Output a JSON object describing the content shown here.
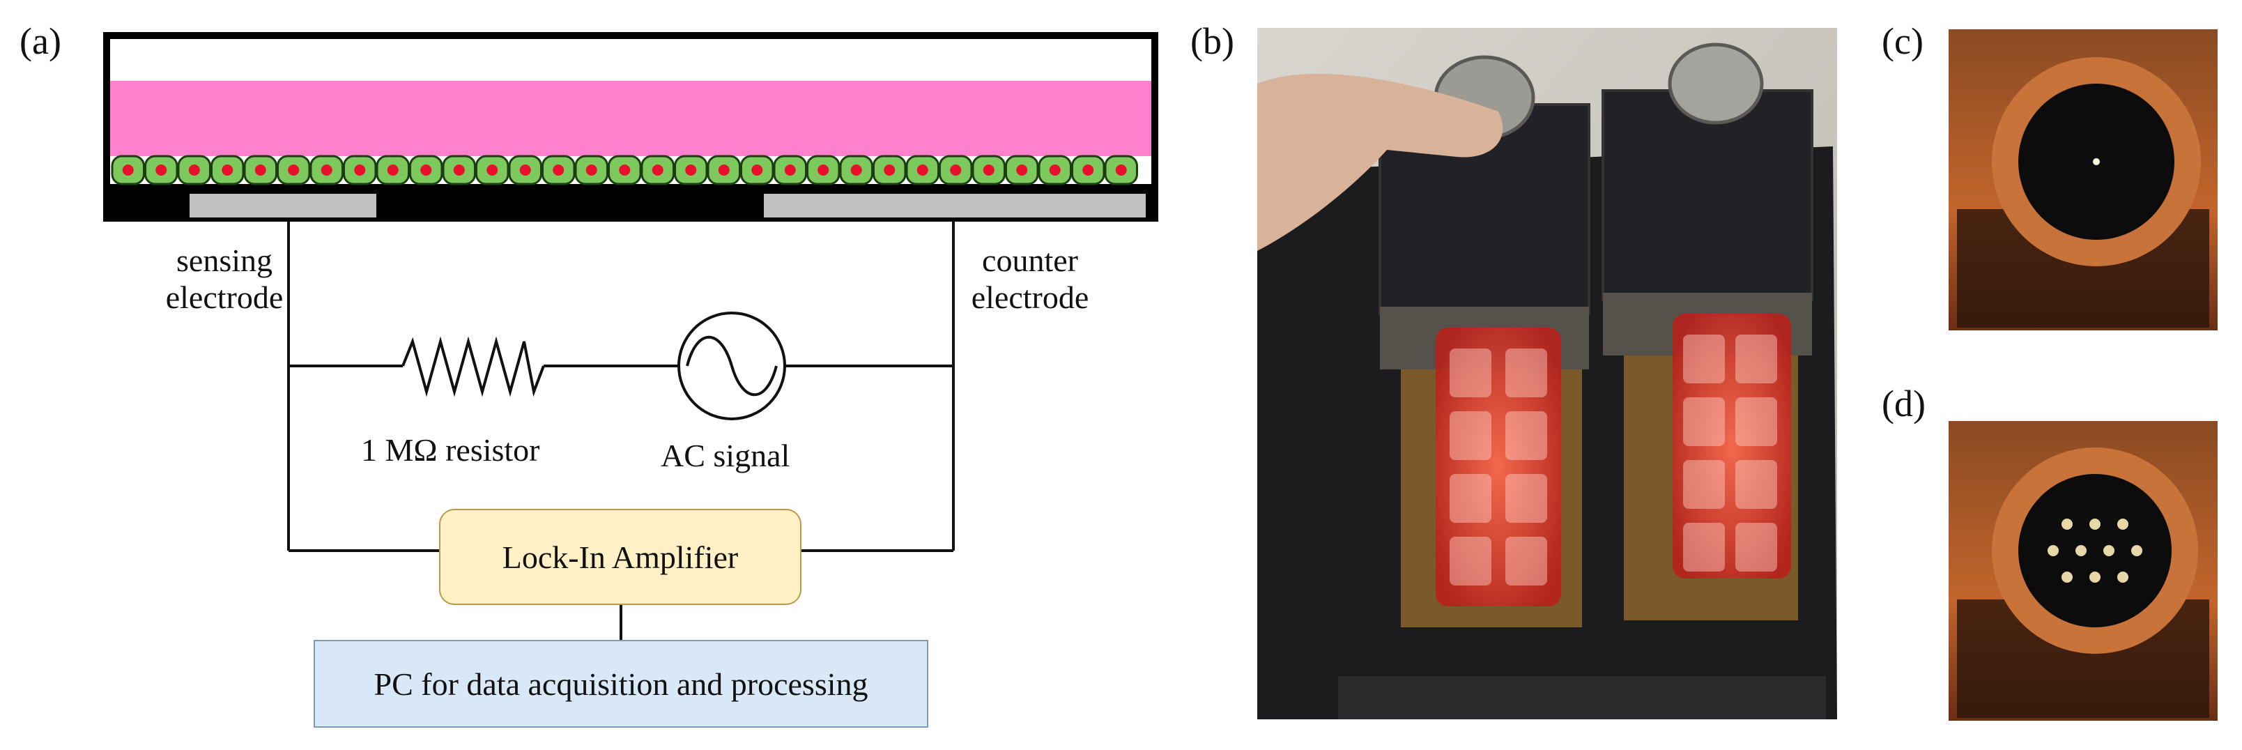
{
  "panels": {
    "a": "(a)",
    "b": "(b)",
    "c": "(c)",
    "d": "(d)"
  },
  "labels": {
    "sensing_line1": "sensing",
    "sensing_line2": "electrode",
    "counter_line1": "counter",
    "counter_line2": "electrode",
    "resistor": "1 MΩ resistor",
    "ac_signal": "AC signal",
    "lock_in": "Lock-In Amplifier",
    "pc": "PC for data acquisition and processing"
  },
  "colors": {
    "medium": "#ff80cc",
    "cell": "#7dc95e",
    "nucleus": "#e8102c",
    "electrode": "#c0c0c0",
    "lock_in_box": "#fff0c6",
    "pc_box": "#d8e8f6"
  }
}
